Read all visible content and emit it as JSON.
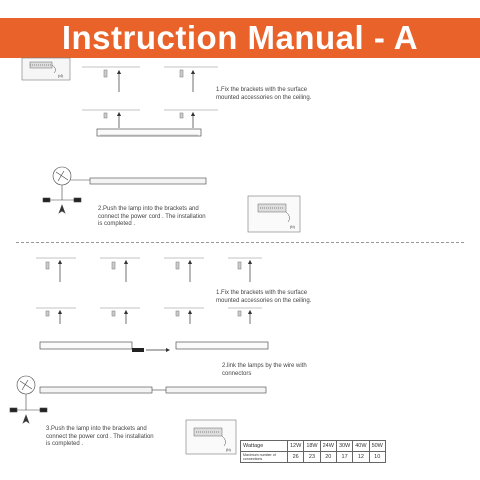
{
  "title": "Instruction Manual - A",
  "section1": {
    "step1": "1.Fix the brackets with the surface mounted accessories on the ceiling.",
    "step2": "2.Push the lamp into the brackets and connect the power cord . The installation is completed ."
  },
  "section2": {
    "step1": "1.Fix the brackets with the surface mounted accessories on the ceiling.",
    "step2": "2.link the lamps by the wire with connectors",
    "step3": "3.Push the lamp into the brackets and connect the power cord . The installation is completed ."
  },
  "detail_labels": {
    "a": "(d)",
    "b": "(b)",
    "c": "(b)"
  },
  "spec_table": {
    "row1_label": "Wattage",
    "row2_label": "Maximum number of connections",
    "wattages": [
      "12W",
      "18W",
      "24W",
      "30W",
      "40W",
      "50W"
    ],
    "max_connections": [
      "26",
      "23",
      "20",
      "17",
      "12",
      "10"
    ]
  }
}
